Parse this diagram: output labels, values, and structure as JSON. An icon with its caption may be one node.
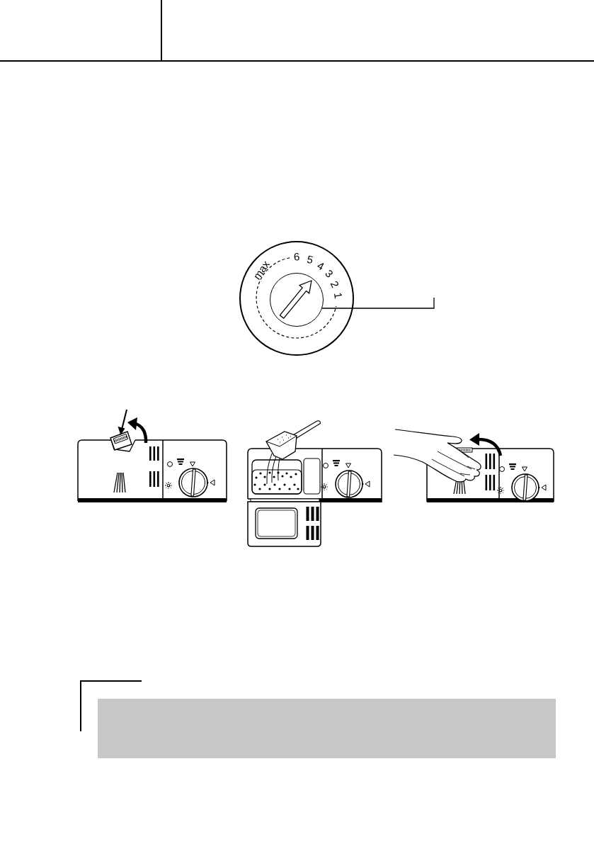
{
  "diagram": {
    "nodes": [
      {
        "text": [
          "max",
          "6",
          "5",
          "4",
          "3",
          "2",
          "1"
        ]
      },
      {
        "text": [],
        "shape": "circle",
        "in": 0
      }
    ],
    "edges": [
      {
        "from": null,
        "to": 1,
        "arrow": "none"
      }
    ]
  }
}
